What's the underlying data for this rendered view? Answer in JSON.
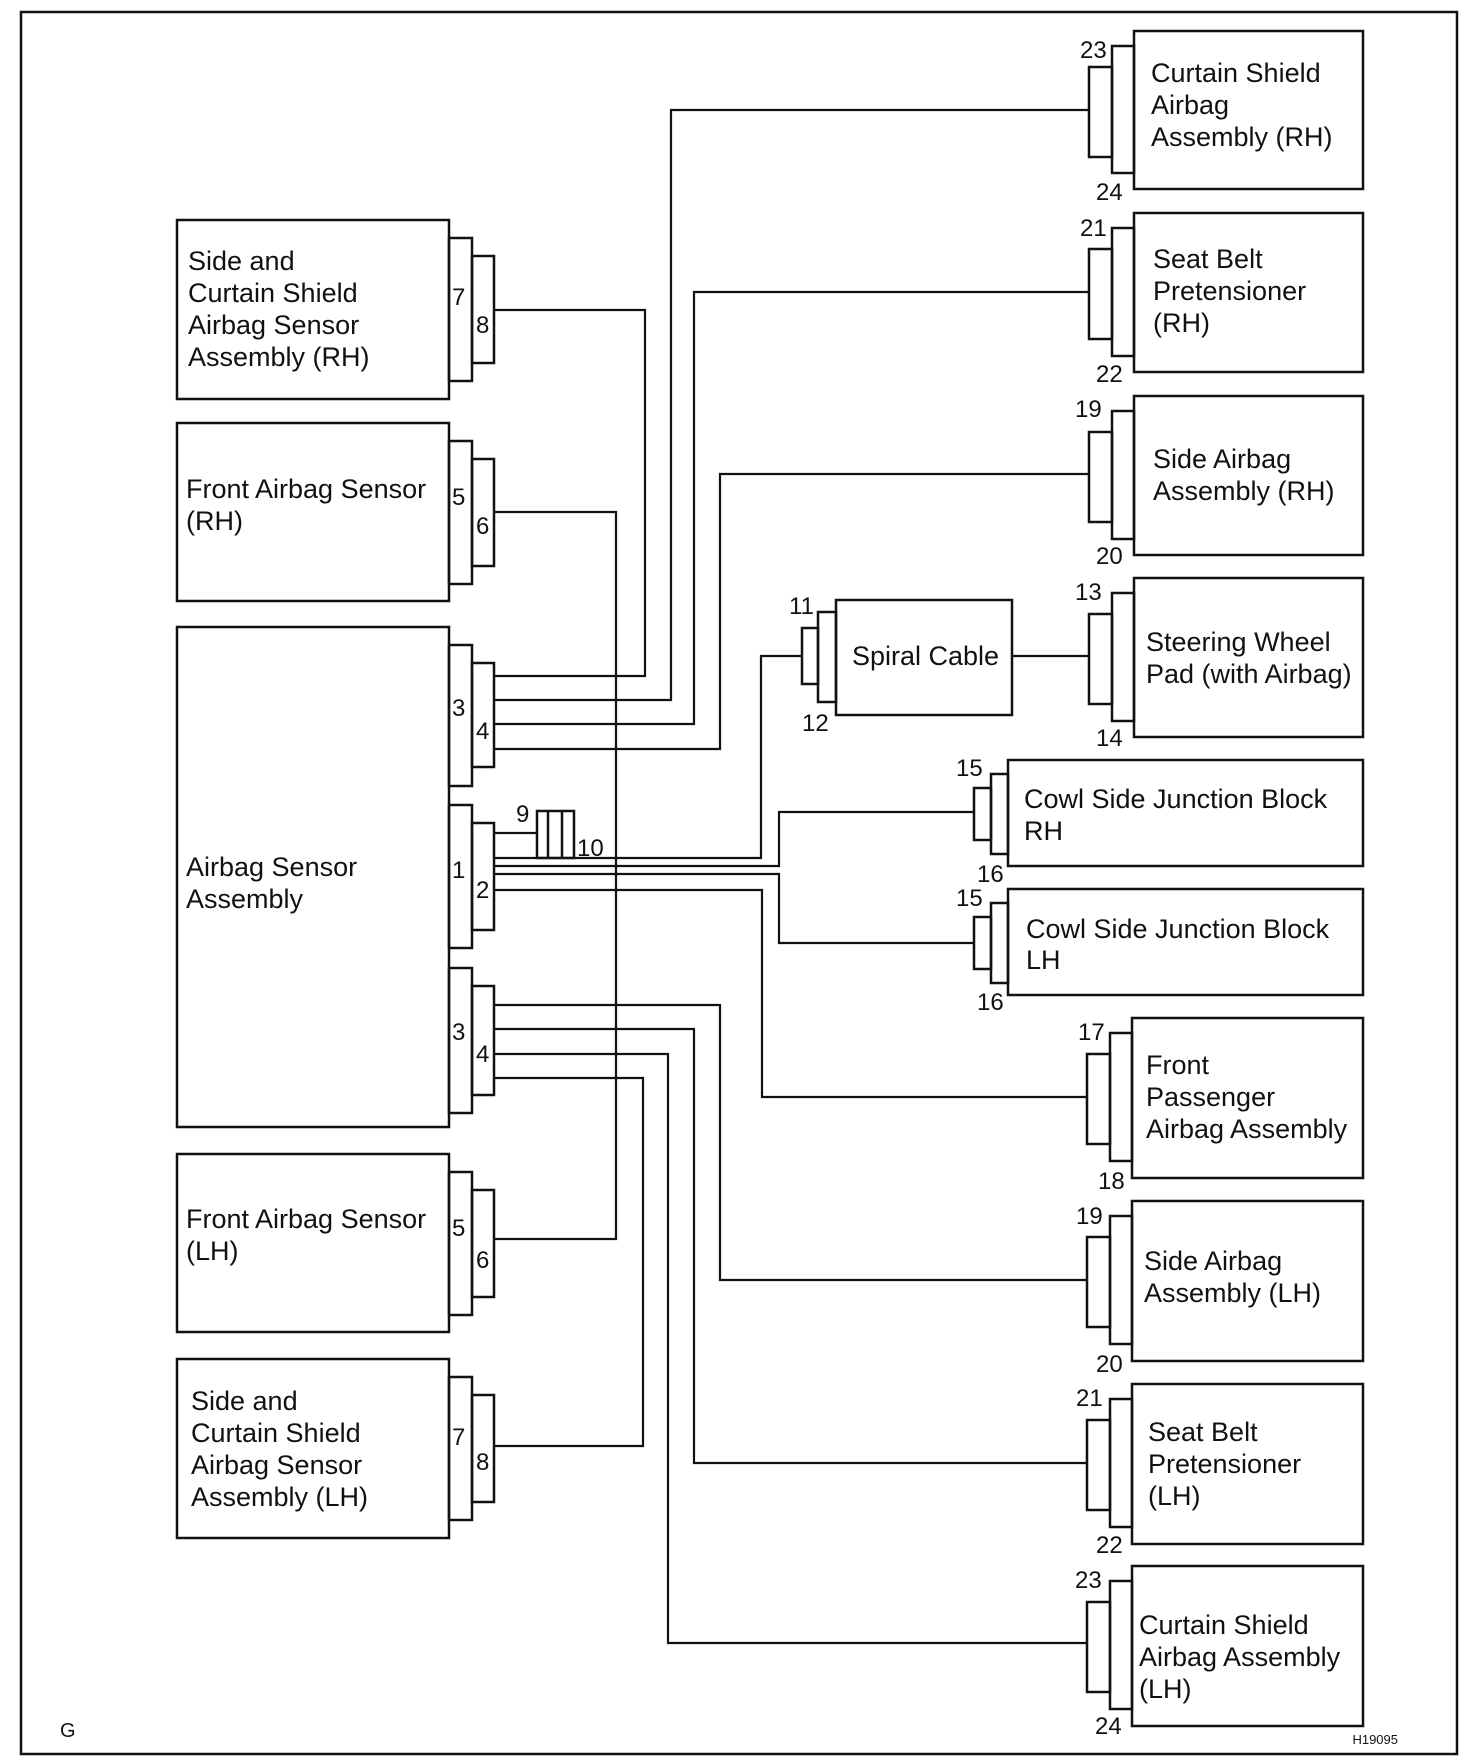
{
  "diagram": {
    "corner_letter": "G",
    "figure_code": "H19095",
    "components": {
      "side_curtain_sensor_rh": {
        "lines": [
          "Side and",
          "Curtain Shield",
          "Airbag Sensor",
          "Assembly (RH)"
        ],
        "pins": [
          "7",
          "8"
        ]
      },
      "front_sensor_rh": {
        "lines": [
          "Front Airbag Sensor",
          "(RH)"
        ],
        "pins": [
          "5",
          "6"
        ]
      },
      "airbag_sensor_assembly": {
        "lines": [
          "Airbag Sensor",
          "Assembly"
        ],
        "upper_pins": [
          "3",
          "4"
        ],
        "middle_pins": [
          "1",
          "2"
        ],
        "lower_pins": [
          "3",
          "4"
        ],
        "inline_pins": [
          "9",
          "10"
        ]
      },
      "front_sensor_lh": {
        "lines": [
          "Front Airbag Sensor",
          "(LH)"
        ],
        "pins": [
          "5",
          "6"
        ]
      },
      "side_curtain_sensor_lh": {
        "lines": [
          "Side and",
          "Curtain Shield",
          "Airbag Sensor",
          "Assembly (LH)"
        ],
        "pins": [
          "7",
          "8"
        ]
      },
      "curtain_shield_rh": {
        "lines": [
          "Curtain Shield",
          "Airbag",
          "Assembly (RH)"
        ],
        "pins": [
          "23",
          "24"
        ]
      },
      "seat_belt_rh": {
        "lines": [
          "Seat Belt",
          "Pretensioner",
          "(RH)"
        ],
        "pins": [
          "21",
          "22"
        ]
      },
      "side_airbag_rh": {
        "lines": [
          "Side Airbag",
          "Assembly (RH)"
        ],
        "pins": [
          "19",
          "20"
        ]
      },
      "spiral_cable": {
        "lines": [
          "Spiral Cable"
        ],
        "pins": [
          "11",
          "12"
        ]
      },
      "steering_wheel_pad": {
        "lines": [
          "Steering Wheel",
          "Pad (with Airbag)"
        ],
        "pins": [
          "13",
          "14"
        ]
      },
      "cowl_rh": {
        "lines": [
          "Cowl Side Junction Block",
          "RH"
        ],
        "pins": [
          "15",
          "16"
        ]
      },
      "cowl_lh": {
        "lines": [
          "Cowl Side Junction Block",
          "LH"
        ],
        "pins": [
          "15",
          "16"
        ]
      },
      "front_passenger": {
        "lines": [
          "Front",
          "Passenger",
          "Airbag Assembly"
        ],
        "pins": [
          "17",
          "18"
        ]
      },
      "side_airbag_lh": {
        "lines": [
          "Side Airbag",
          "Assembly (LH)"
        ],
        "pins": [
          "19",
          "20"
        ]
      },
      "seat_belt_lh": {
        "lines": [
          "Seat Belt",
          "Pretensioner",
          "(LH)"
        ],
        "pins": [
          "21",
          "22"
        ]
      },
      "curtain_shield_lh": {
        "lines": [
          "Curtain Shield",
          "Airbag Assembly",
          "(LH)"
        ],
        "pins": [
          "23",
          "24"
        ]
      }
    }
  }
}
